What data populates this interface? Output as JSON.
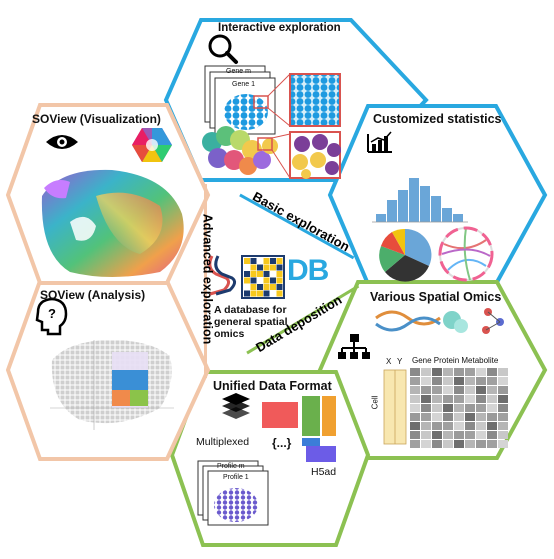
{
  "center": {
    "db_logo_text": "DB",
    "caption": "A database for general spatial omics",
    "caption_lines": [
      "A database for",
      "general spatial",
      "omics"
    ]
  },
  "bands": {
    "basic": "Basic exploration",
    "deposition": "Data deposition",
    "advanced": "Advanced exploration"
  },
  "hexagons": {
    "interactive": {
      "title": "Interactive exploration",
      "stack_top": "Gene m",
      "stack_bottom": "Gene 1"
    },
    "statistics": {
      "title": "Customized statistics"
    },
    "omics": {
      "title": "Various Spatial Omics",
      "axis_x": "X",
      "axis_y": "Y",
      "features": "Gene Protein Metabolite",
      "cell_label": "Cell"
    },
    "format": {
      "title": "Unified Data Format",
      "multiplexed": "Multiplexed",
      "braces": "{...}",
      "h5ad": "H5ad",
      "stack_top": "Profile m",
      "stack_bottom": "Profile 1"
    },
    "analysis": {
      "title": "SOView (Analysis)"
    },
    "visualization": {
      "title": "SOView (Visualization)"
    }
  },
  "colors": {
    "blue": "#29a8e0",
    "green": "#8cc152",
    "peach": "#f2c6a8",
    "db_yellow": "#f7c81e",
    "db_navy": "#1d3b6e"
  },
  "icons": [
    "magnifier-icon",
    "eye-icon",
    "question-head-icon",
    "bar-chart-icon",
    "hierarchy-icon",
    "layers-icon"
  ]
}
